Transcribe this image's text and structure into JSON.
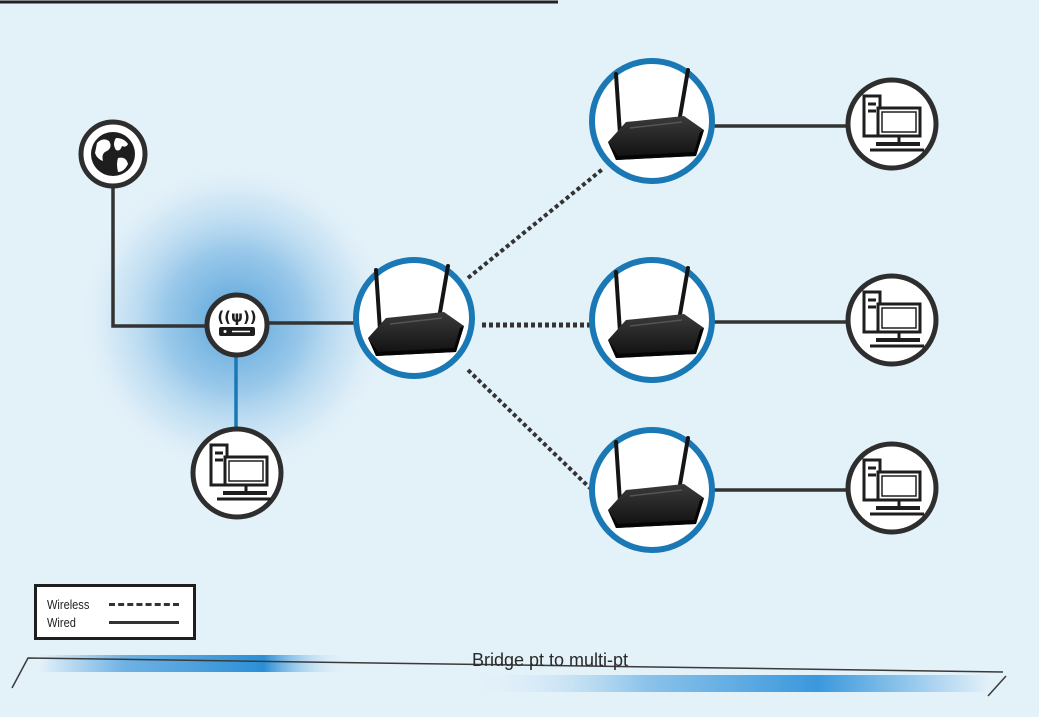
{
  "legend": {
    "wireless_label": "Wireless",
    "wired_label": "Wired"
  },
  "mode_label": "Bridge pt to multi-pt",
  "colors": {
    "background": "#e3f1f9",
    "accent_ring": "#1a78b4",
    "dark_ring": "#2e2e2e",
    "line": "#333333",
    "glow": "#5aa6dc"
  },
  "icons": {
    "internet": "globe-icon",
    "modem": "wireless-router-icon",
    "client": "desktop-computer-icon",
    "access_point": "dual-antenna-router-icon"
  }
}
